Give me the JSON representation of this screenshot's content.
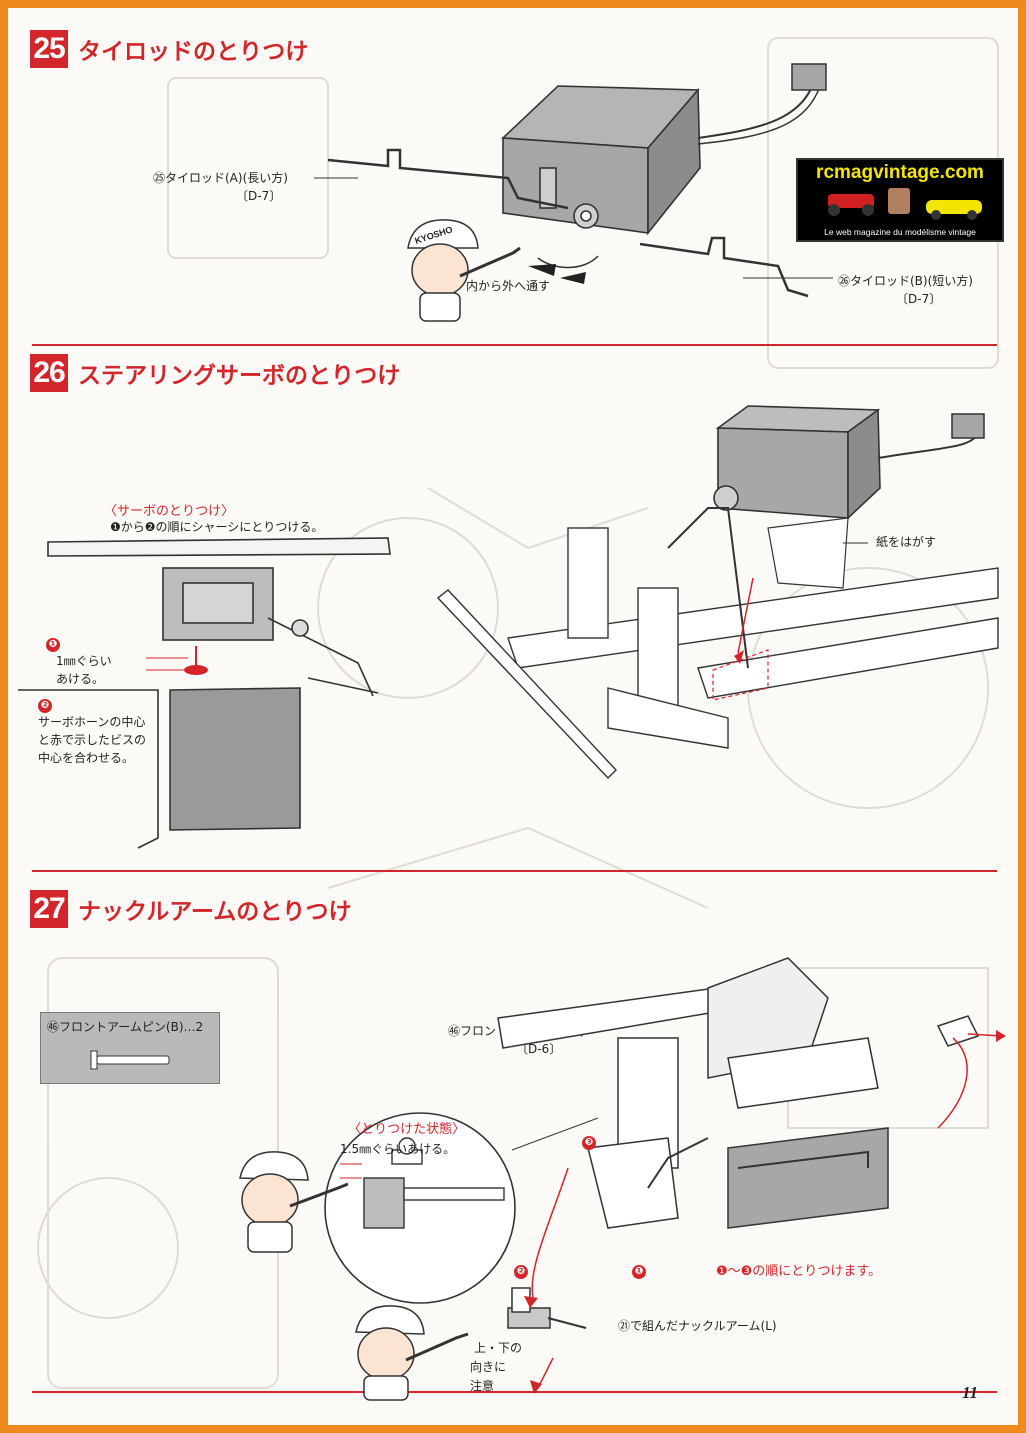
{
  "sections": [
    {
      "number": "25",
      "title": "タイロッドのとりつけ"
    },
    {
      "number": "26",
      "title": "ステアリングサーボのとりつけ"
    },
    {
      "number": "27",
      "title": "ナックルアームのとりつけ"
    }
  ],
  "s25": {
    "tierod_a_part": "㉕タイロッド(A)(長い方)",
    "tierod_a_ref": "〔D-7〕",
    "tierod_b_part": "㉖タイロッド(B)(短い方)",
    "tierod_b_ref": "〔D-7〕",
    "through_note": "内から外へ通す"
  },
  "s26": {
    "subheading": "〈サーボのとりつけ〉",
    "order_note": "❶から❷の順にシャーシにとりつける。",
    "step1_marker": "❶",
    "step1_text_line1": "1㎜ぐらい",
    "step1_text_line2": "あける。",
    "step2_marker": "❷",
    "step2_line1": "サーボホーンの中心",
    "step2_line2": "と赤で示したビスの",
    "step2_line3": "中心を合わせる。",
    "peel_note": "紙をはがす"
  },
  "s27": {
    "parts_box_label": "㊻フロントアームピン(B)…2",
    "pin_part": "㊻フロントアームピン(B)",
    "pin_ref": "〔D-6〕",
    "attached_state": "〈とりつけた状態〉",
    "gap_note": "1.5㎜ぐらいあける。",
    "step_order": "❶〜❸の順にとりつけます。",
    "marker1": "❶",
    "marker2": "❷",
    "marker3": "❸",
    "knuckle_note": "㉑で組んだナックルアーム(L)",
    "orientation_line1": "上・下の",
    "orientation_line2": "向きに",
    "orientation_line3": "注意",
    "mascot_cap": "KYOSHO"
  },
  "logo": {
    "title": "rcmagvintage.com",
    "subtitle": "Le web magazine du modélisme vintage"
  },
  "page_number": "11",
  "colors": {
    "accent_red": "#d2262b",
    "frame_orange": "#ee8a1e",
    "logo_yellow": "#f3e500"
  }
}
